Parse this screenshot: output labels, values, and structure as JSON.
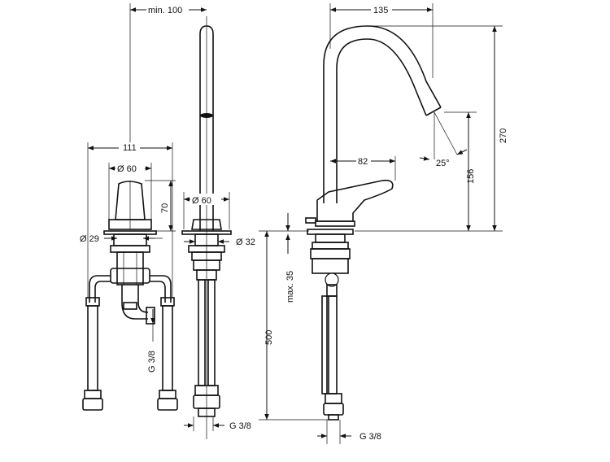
{
  "dimensions": {
    "min_100": "min. 100",
    "d111": "111",
    "d60_top": "Ø 60",
    "d70": "70",
    "d29": "Ø 29",
    "d60_mid": "Ø 60",
    "d32": "Ø 32",
    "g38_left": "G 3/8",
    "g38_mid": "G 3/8",
    "g38_right": "G 3/8",
    "d135": "135",
    "d270": "270",
    "d82": "82",
    "angle25": "25°",
    "d156": "156",
    "max35": "max. 35",
    "d500": "500"
  },
  "colors": {
    "line": "#111111",
    "background": "#ffffff"
  }
}
